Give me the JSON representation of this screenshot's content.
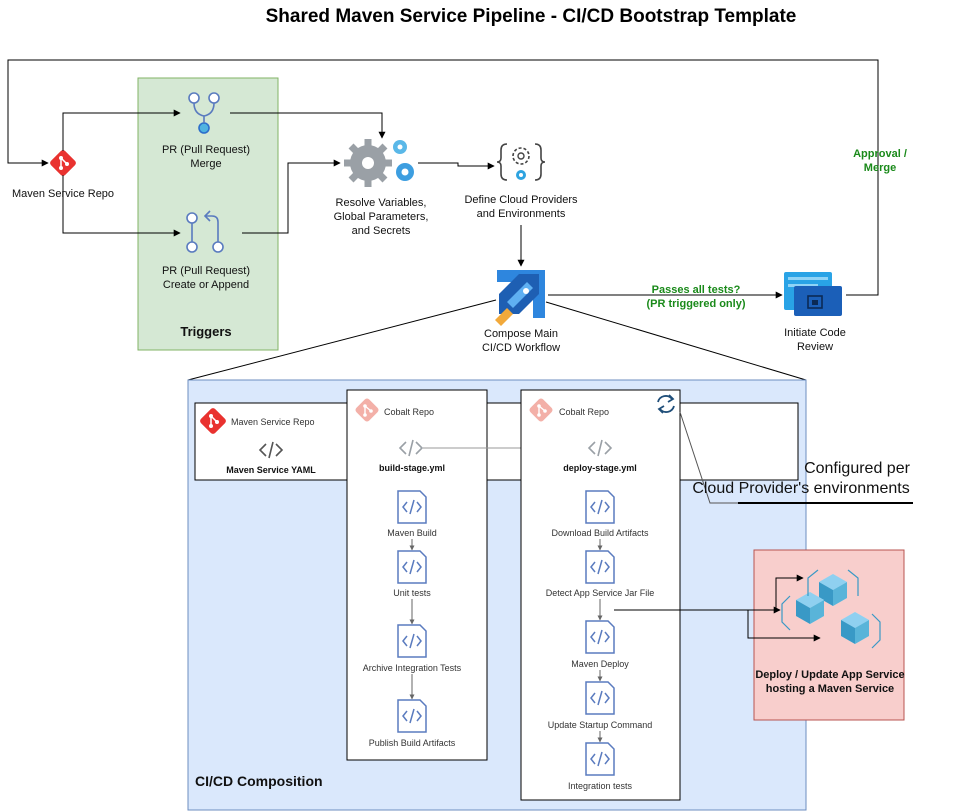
{
  "title": "Shared Maven Service Pipeline - CI/CD Bootstrap Template",
  "triggers": {
    "heading": "Triggers",
    "pr_merge": [
      "PR (Pull Request)",
      "Merge"
    ],
    "pr_create": [
      "PR (Pull Request)",
      "Create or Append"
    ]
  },
  "repo": {
    "label": "Maven Service Repo"
  },
  "resolve": [
    "Resolve Variables,",
    "Global Parameters,",
    "and Secrets"
  ],
  "define": [
    "Define Cloud Providers",
    "and Environments"
  ],
  "compose": [
    "Compose Main",
    "CI/CD Workflow"
  ],
  "passes": [
    "Passes all tests?",
    "(PR triggered only)"
  ],
  "review": [
    "Initiate Code",
    "Review"
  ],
  "approval": [
    "Approval /",
    "Merge"
  ],
  "composition": {
    "heading": "CI/CD Composition",
    "repo_box": {
      "repo_label": "Maven Service Repo",
      "yaml_label": "Maven Service YAML"
    },
    "build_box": {
      "repo_label": "Cobalt Repo",
      "yaml_label": "build-stage.yml",
      "steps": [
        "Maven Build",
        "Unit tests",
        "Archive Integration Tests",
        "Publish Build Artifacts"
      ]
    },
    "deploy_box": {
      "repo_label": "Cobalt Repo",
      "yaml_label": "deploy-stage.yml",
      "steps": [
        "Download Build Artifacts",
        "Detect App Service Jar File",
        "Maven Deploy",
        "Update Startup Command",
        "Integration tests"
      ]
    }
  },
  "configured": [
    "Configured per",
    "Cloud Provider's environments"
  ],
  "deploy_target": [
    "Deploy / Update App Service",
    "hosting a Maven Service"
  ],
  "icons": {
    "git": "git-logo-icon",
    "merge": "merge-icon",
    "pull_request": "pull-request-icon",
    "gears": "gears-icon",
    "code_braces_gear": "code-config-icon",
    "pipelines": "azure-pipelines-icon",
    "code_review": "code-review-icon",
    "code_file": "code-file-icon",
    "code": "code-icon",
    "refresh": "refresh-icon",
    "cubes": "cubes-icon"
  },
  "colors": {
    "triggers_fill": "#d5e8d4",
    "triggers_stroke": "#82b366",
    "composition_fill": "#dae8fc",
    "composition_stroke": "#6c8ebf",
    "deploy_fill": "#f8cecc",
    "deploy_stroke": "#b85450",
    "git_red": "#e9322f",
    "git_faded": "#f3b0a8",
    "green_text": "#1a8a1a",
    "icon_blue": "#2d6fcb"
  }
}
